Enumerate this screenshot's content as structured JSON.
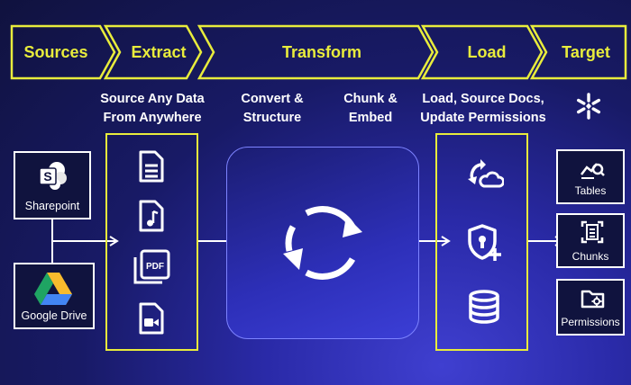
{
  "stages": {
    "sources": "Sources",
    "extract": "Extract",
    "transform": "Transform",
    "load": "Load",
    "target": "Target"
  },
  "captions": {
    "extract_line1": "Source Any Data",
    "extract_line2": "From Anywhere",
    "convert_line1": "Convert &",
    "convert_line2": "Structure",
    "chunk_line1": "Chunk &",
    "chunk_line2": "Embed",
    "load_line1": "Load, Source Docs,",
    "load_line2": "Update Permissions"
  },
  "sources": {
    "sharepoint": "Sharepoint",
    "google_drive": "Google Drive"
  },
  "targets": {
    "tables": "Tables",
    "chunks": "Chunks",
    "permissions": "Permissions"
  },
  "extract_icons": [
    "document-icon",
    "audio-file-icon",
    "pdf-icon",
    "video-file-icon"
  ],
  "load_icons": [
    "sync-cloud-icon",
    "shield-lock-icon",
    "database-icon"
  ],
  "colors": {
    "accent_yellow": "#e8ec3c",
    "background_dark": "#10123e",
    "panel_blue": "#2d2fb8"
  }
}
